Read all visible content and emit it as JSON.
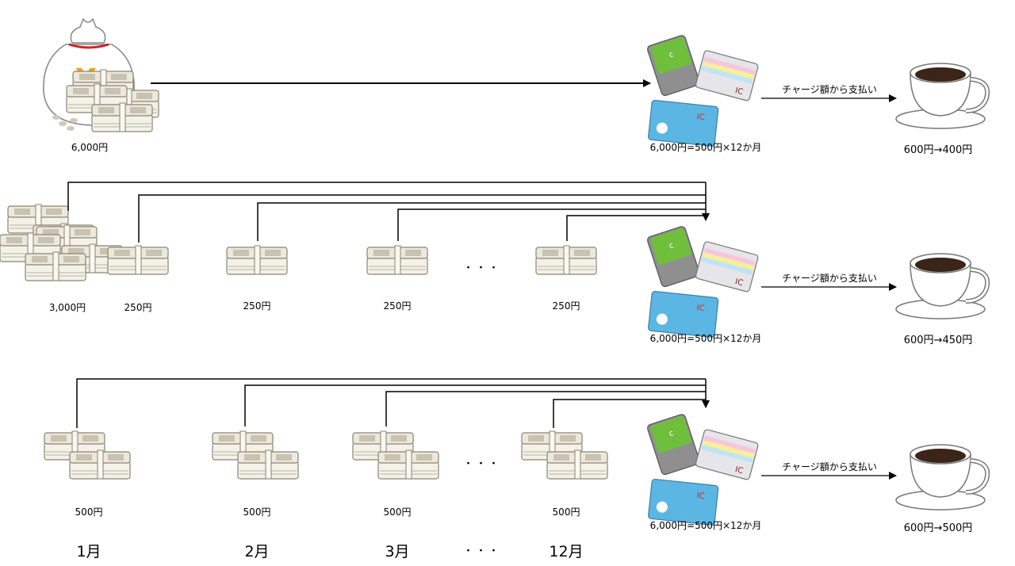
{
  "row1": {
    "source_label": "6,000円",
    "card_label": "6,000円=500円×12か月",
    "payment_note": "チャージ額から支払い",
    "price_label": "600円→400円"
  },
  "row2": {
    "labels": [
      "3,000円",
      "250円",
      "250円",
      "250円",
      "250円"
    ],
    "ellipsis": "・・・",
    "card_label": "6,000円=500円×12か月",
    "payment_note": "チャージ額から支払い",
    "price_label": "600円→450円"
  },
  "row3": {
    "labels": [
      "500円",
      "500円",
      "500円",
      "500円"
    ],
    "ellipsis": "・・・",
    "card_label": "6,000円=500円×12か月",
    "payment_note": "チャージ額から支払い",
    "price_label": "600円→500円"
  },
  "months": [
    "1月",
    "2月",
    "3月",
    "12月"
  ],
  "months_ellipsis": "・・・",
  "colors": {
    "bill": "#ece8dc",
    "bill_band": "#c8c2b0",
    "card_green": "#6fbf3c",
    "card_blue": "#5cb6e4",
    "cup": "#ffffff",
    "coffee": "#3b2418"
  }
}
